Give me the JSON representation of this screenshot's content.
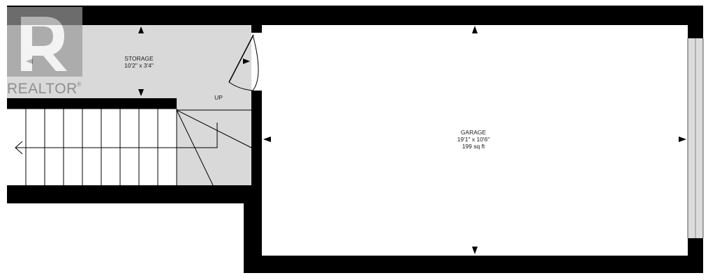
{
  "logo": {
    "brand": "REALTOR",
    "mark": "®"
  },
  "rooms": {
    "storage": {
      "name": "STORAGE",
      "dimensions": "10'2\" x 3'4\""
    },
    "garage": {
      "name": "GARAGE",
      "dimensions": "19'1\" x 10'6\"",
      "area": "199 sq ft"
    }
  },
  "stairs": {
    "direction_label": "UP"
  },
  "colors": {
    "wall": "#000000",
    "floor": "#ffffff",
    "storage_floor": "#d9d9d9",
    "window": "#dcdcdc",
    "logo": "#6f6f6f"
  }
}
